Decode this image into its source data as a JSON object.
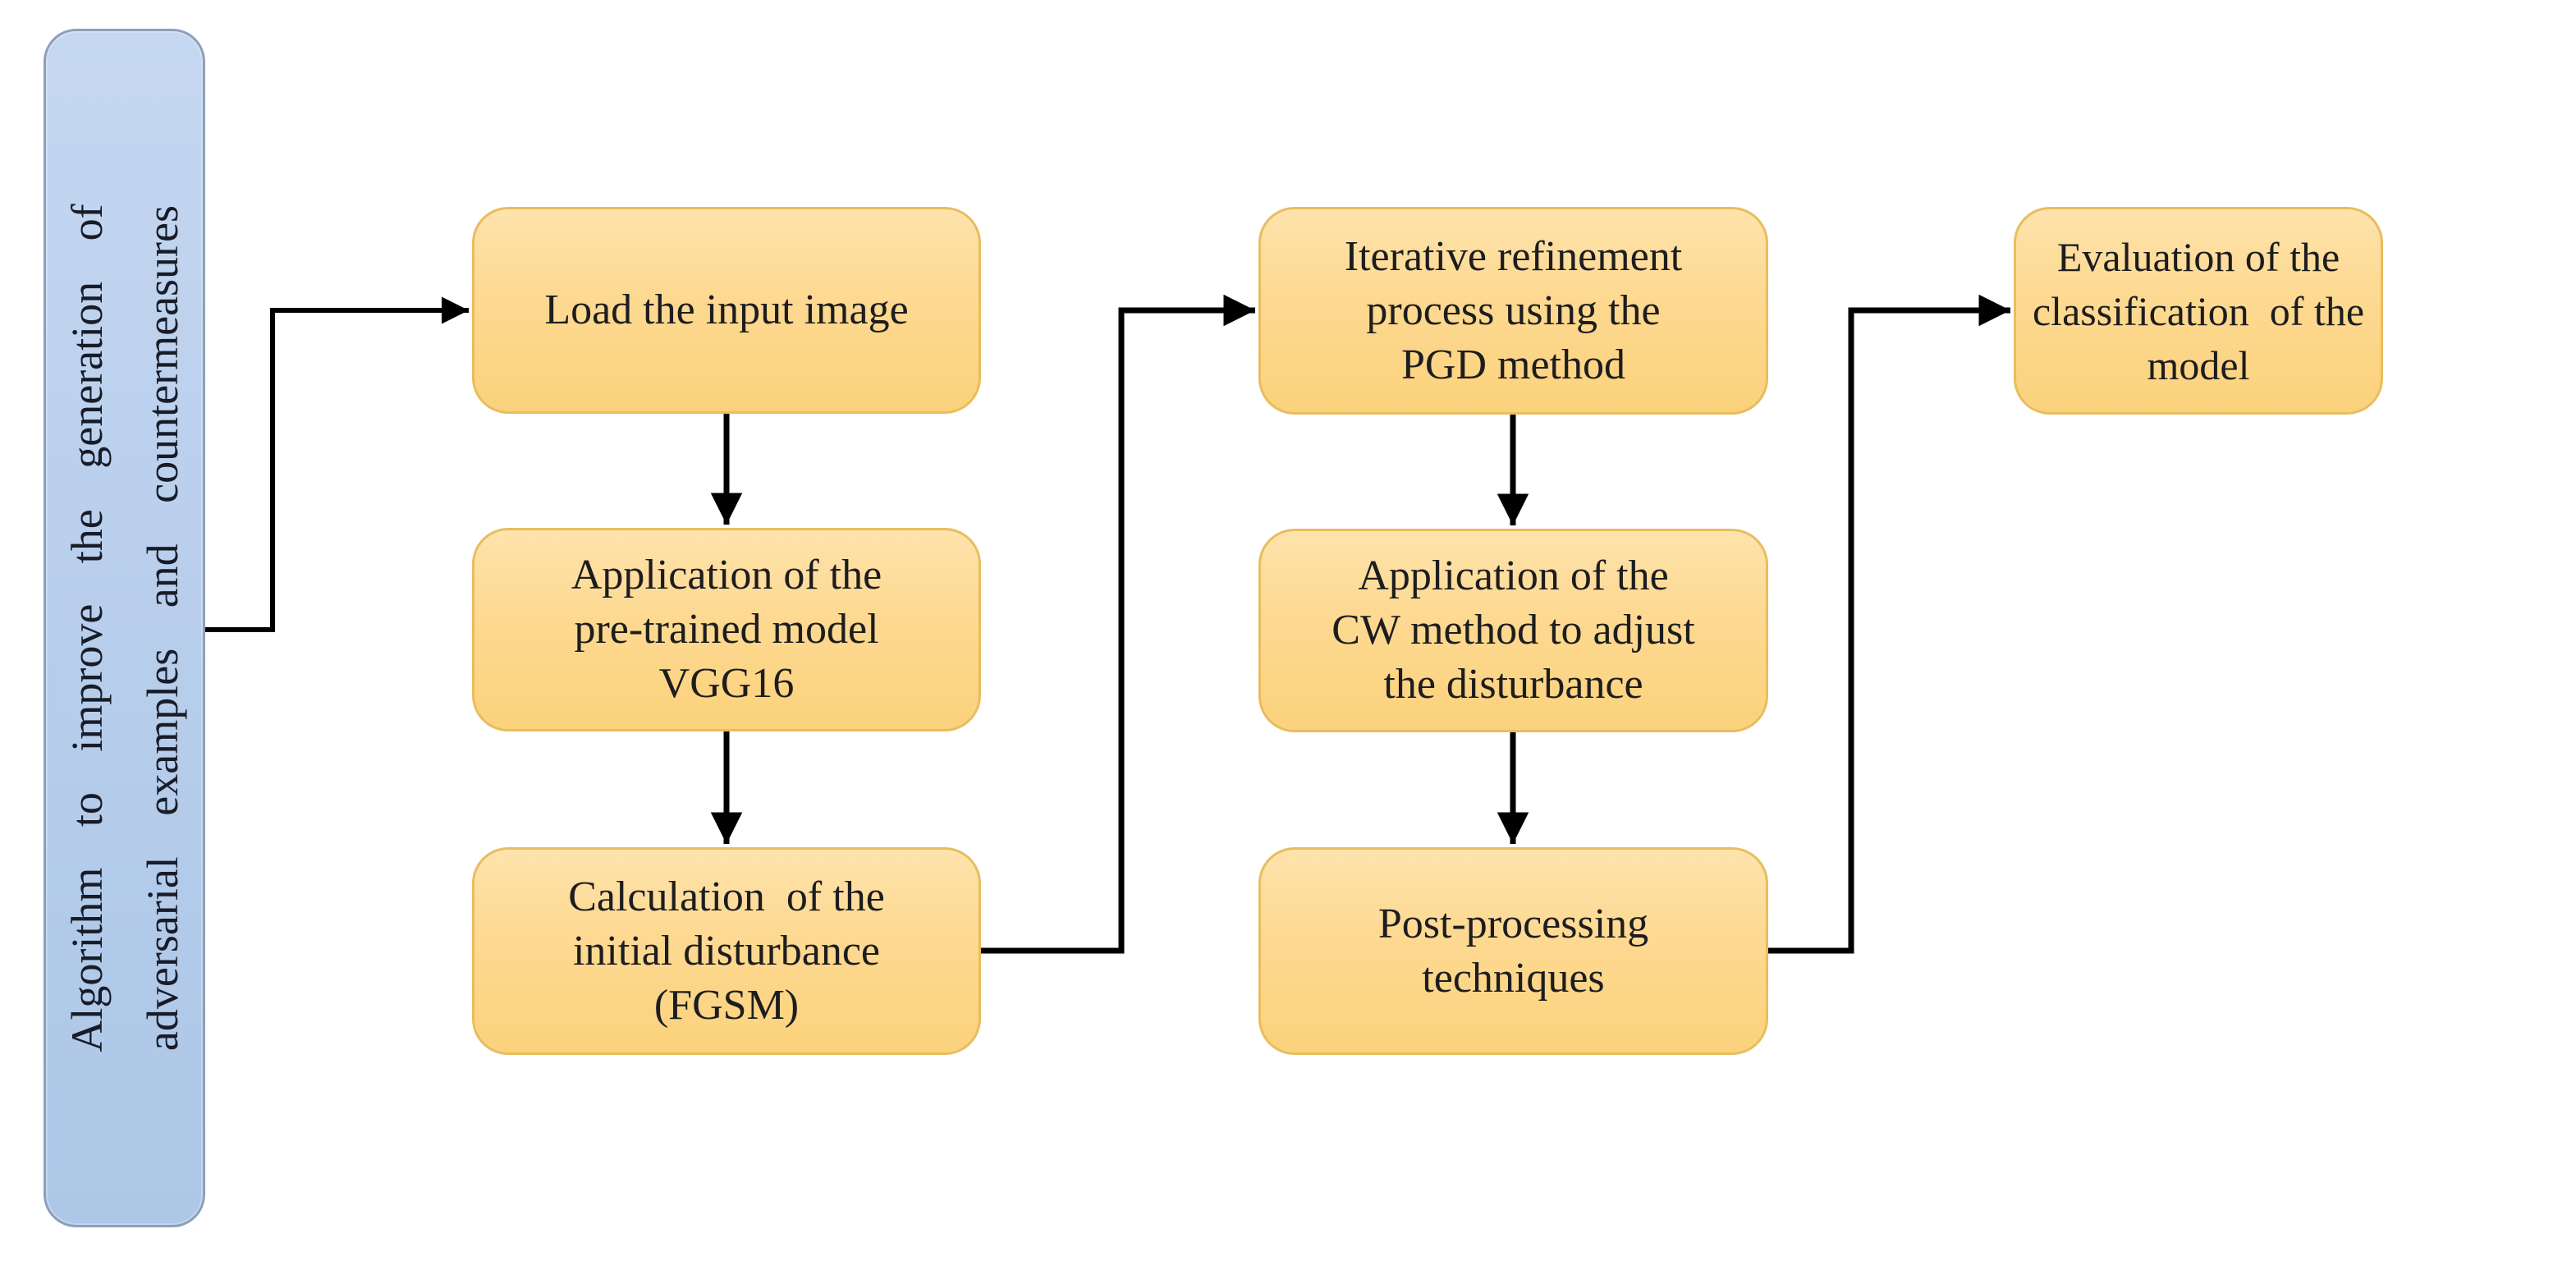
{
  "figure": {
    "type": "flowchart",
    "side_panel": {
      "label": "Algorithm to improve the generation of\nadversarial examples and countermeasures"
    },
    "nodes": {
      "load": {
        "label": "Load the input image"
      },
      "vgg16": {
        "label": "Application of the\npre-trained model\nVGG16"
      },
      "fgsm": {
        "label": "Calculation  of the\ninitial disturbance\n(FGSM)"
      },
      "pgd": {
        "label": "Iterative refinement\nprocess using the\nPGD method"
      },
      "cw": {
        "label": "Application of the\nCW method to adjust\nthe disturbance"
      },
      "postprocess": {
        "label": "Post-processing\ntechniques"
      },
      "evaluation": {
        "label": "Evaluation of the\nclassification  of the\nmodel"
      }
    },
    "edges": [
      {
        "from": "side_panel",
        "to": "load"
      },
      {
        "from": "load",
        "to": "vgg16"
      },
      {
        "from": "vgg16",
        "to": "fgsm"
      },
      {
        "from": "fgsm",
        "to": "pgd"
      },
      {
        "from": "pgd",
        "to": "cw"
      },
      {
        "from": "cw",
        "to": "postprocess"
      },
      {
        "from": "postprocess",
        "to": "evaluation"
      }
    ],
    "colors": {
      "node-fill-top": "#fee3ac",
      "node-fill-mid": "#fdd992",
      "node-fill-bottom": "#fbd27c",
      "node-border": "#e9bd5e",
      "panel-fill-top": "#c5d7f1",
      "panel-fill-bottom": "#aec7e7",
      "panel-border": "#8d9fba",
      "connector": "#000000",
      "text": "#1d1d1f"
    }
  }
}
